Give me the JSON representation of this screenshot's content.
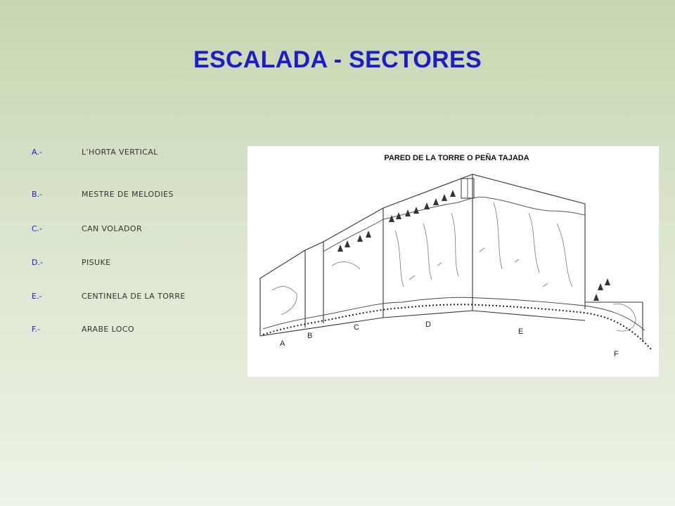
{
  "slide": {
    "title": "ESCALADA - SECTORES"
  },
  "sectors": [
    {
      "key": "A.-",
      "name": "L'HORTA VERTICAL"
    },
    {
      "key": "B.-",
      "name": "MESTRE DE MELODIES"
    },
    {
      "key": "C.-",
      "name": "CAN VOLADOR"
    },
    {
      "key": "D.-",
      "name": "PISUKE"
    },
    {
      "key": "E.-",
      "name": "CENTINELA DE LA TORRE"
    },
    {
      "key": "F.-",
      "name": "ARABE LOCO"
    }
  ],
  "figure": {
    "title": "PARED DE LA TORRE O PEÑA TAJADA",
    "labels": {
      "a": "A",
      "b": "B",
      "c": "C",
      "d": "D",
      "e": "E",
      "f": "F"
    }
  }
}
